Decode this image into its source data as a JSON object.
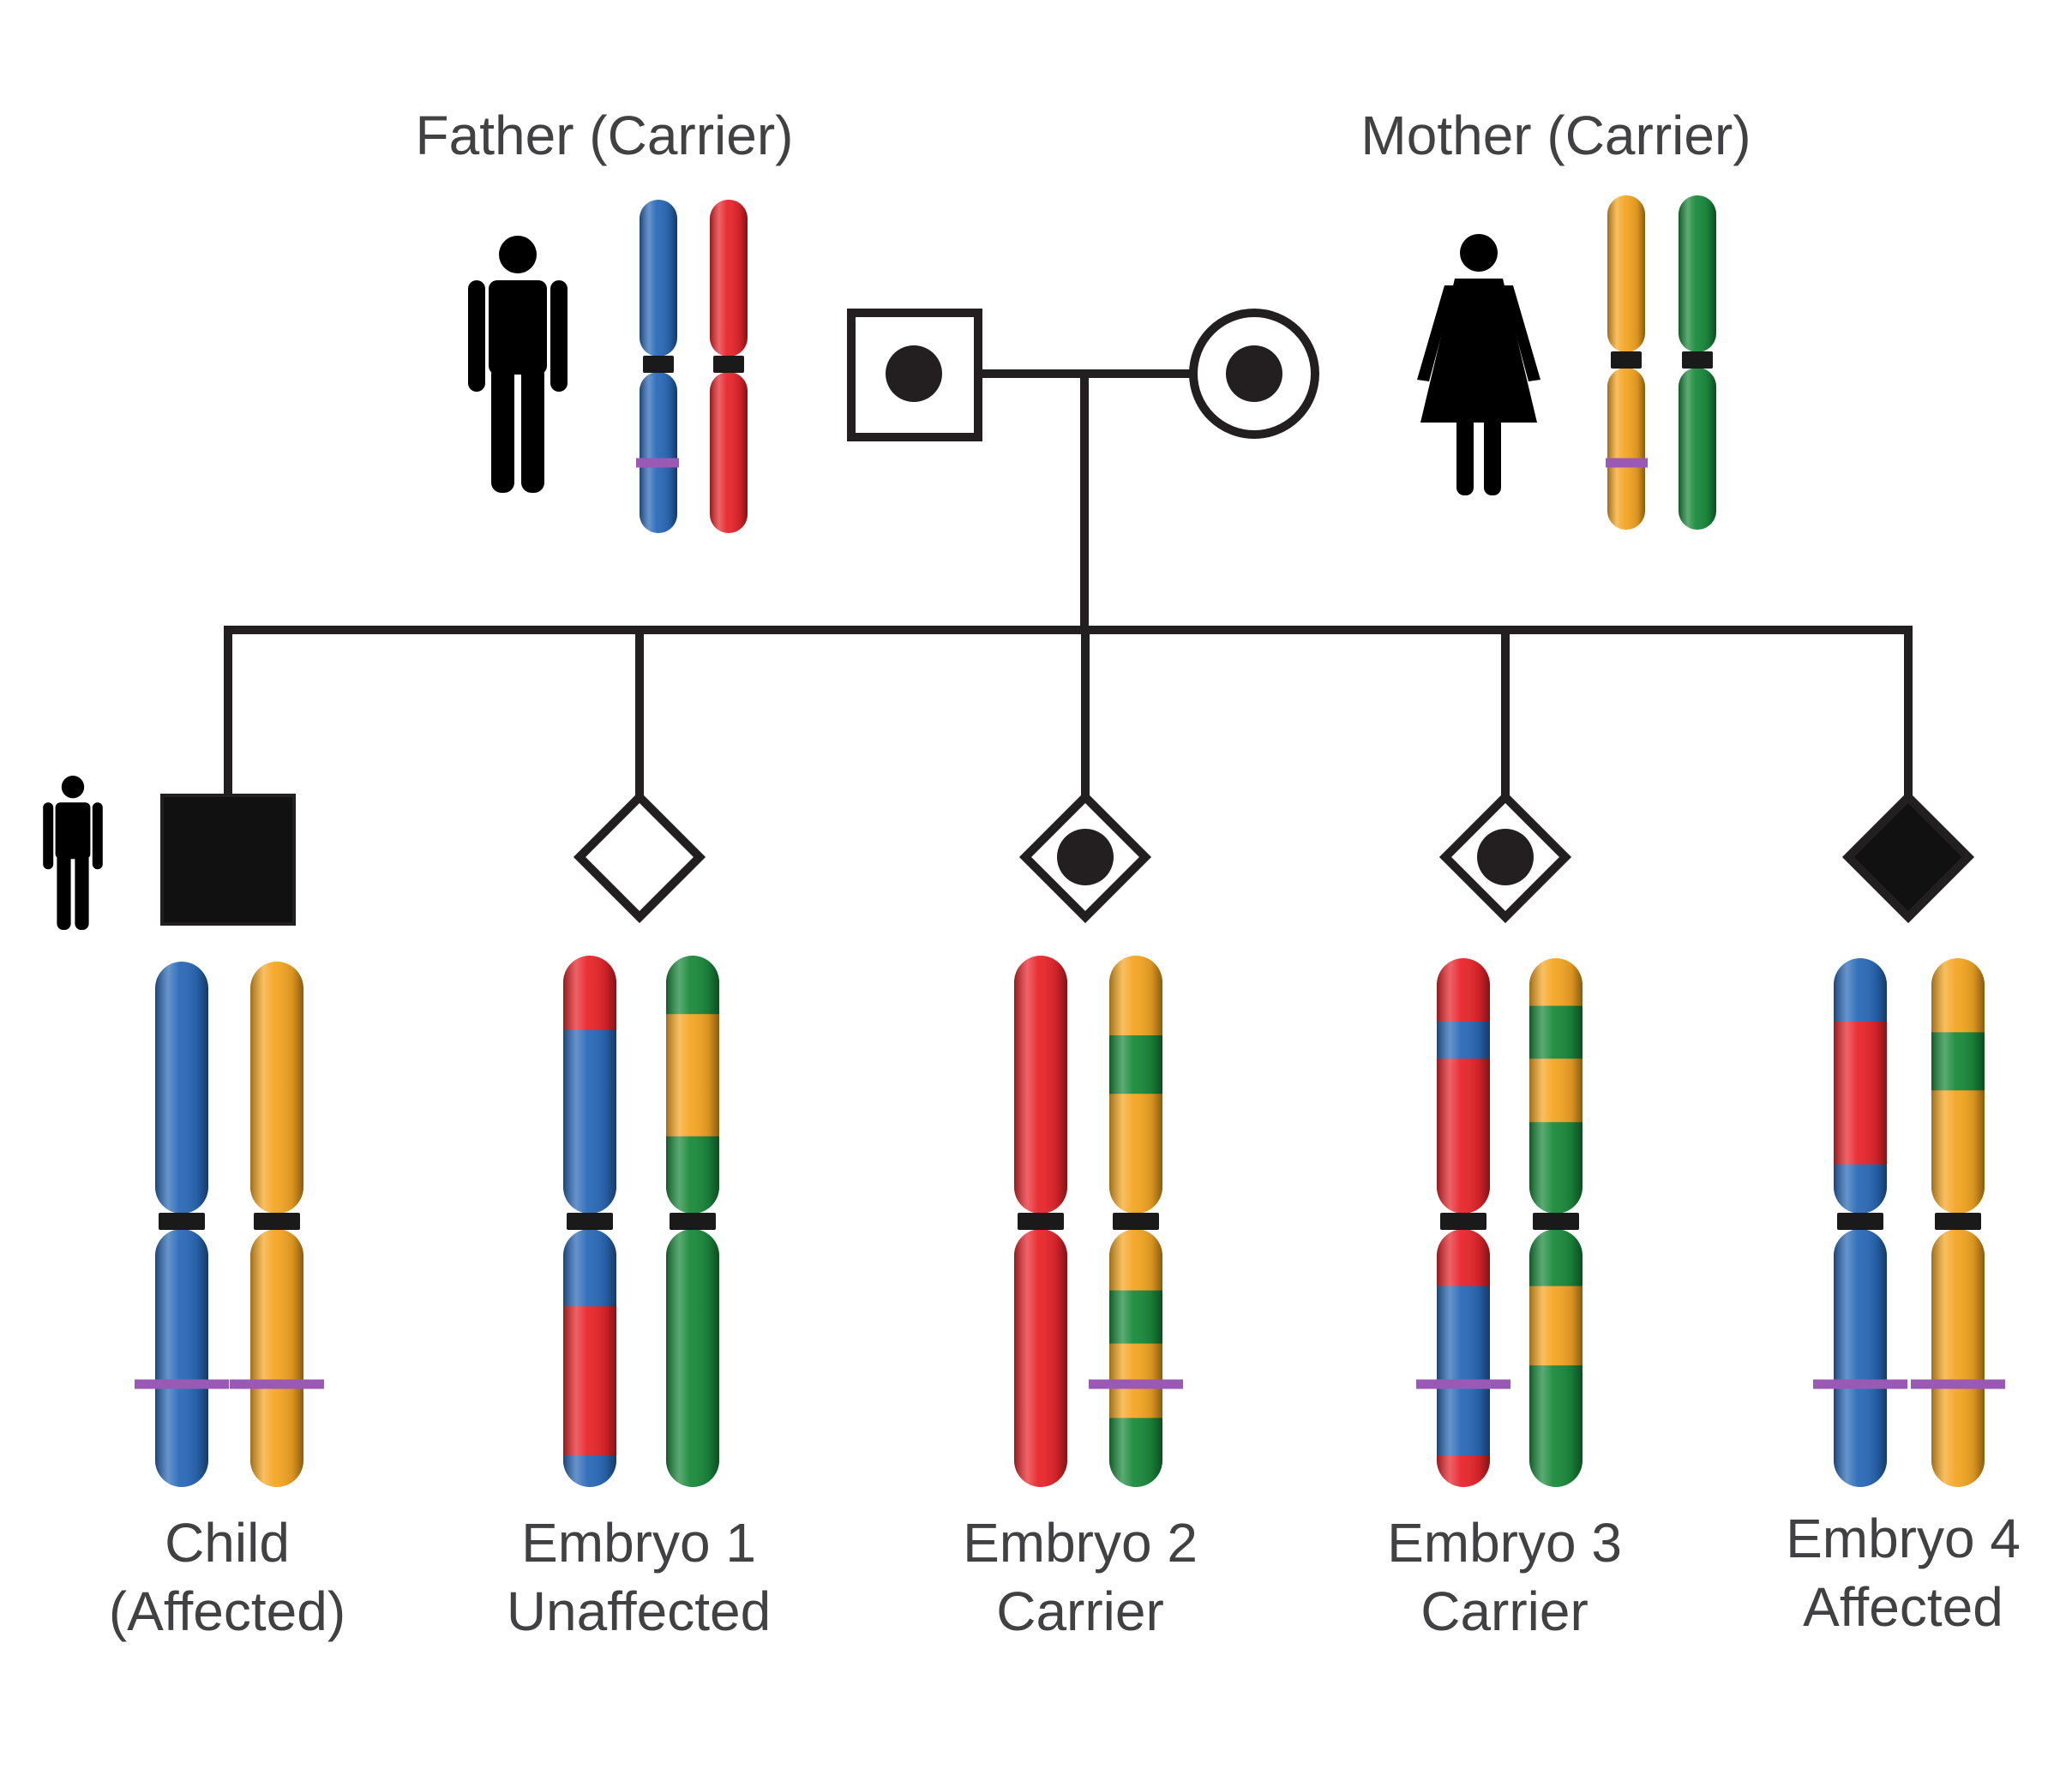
{
  "parents": {
    "father": {
      "label": "Father (Carrier)",
      "chromosomes": [
        {
          "segments": [
            [
              "blue",
              0,
              1
            ]
          ],
          "mutation": true
        },
        {
          "segments": [
            [
              "red",
              0,
              1
            ]
          ],
          "mutation": false
        }
      ]
    },
    "mother": {
      "label": "Mother (Carrier)",
      "chromosomes": [
        {
          "segments": [
            [
              "orange",
              0,
              1
            ]
          ],
          "mutation": true
        },
        {
          "segments": [
            [
              "green",
              0,
              1
            ]
          ],
          "mutation": false
        }
      ]
    }
  },
  "offspring": [
    {
      "line1": "Child",
      "line2": "(Affected)",
      "status": "affected",
      "shape": "square",
      "person_icon": true,
      "chromosomes": [
        {
          "segments": [
            [
              "blue",
              0,
              1
            ]
          ],
          "mutation": true
        },
        {
          "segments": [
            [
              "orange",
              0,
              1
            ]
          ],
          "mutation": true
        }
      ]
    },
    {
      "line1": "Embryo 1",
      "line2": "Unaffected",
      "status": "unaffected",
      "shape": "diamond",
      "chromosomes": [
        {
          "segments": [
            [
              "red",
              0,
              0.14
            ],
            [
              "blue",
              0.14,
              0.66
            ],
            [
              "red",
              0.66,
              0.94
            ],
            [
              "blue",
              0.94,
              1
            ]
          ],
          "mutation": false
        },
        {
          "segments": [
            [
              "green",
              0,
              0.11
            ],
            [
              "orange",
              0.11,
              0.34
            ],
            [
              "green",
              0.34,
              1
            ]
          ],
          "mutation": false
        }
      ]
    },
    {
      "line1": "Embryo 2",
      "line2": "Carrier",
      "status": "carrier",
      "shape": "diamond",
      "chromosomes": [
        {
          "segments": [
            [
              "red",
              0,
              1
            ]
          ],
          "mutation": false
        },
        {
          "segments": [
            [
              "orange",
              0,
              0.15
            ],
            [
              "green",
              0.15,
              0.26
            ],
            [
              "orange",
              0.26,
              0.63
            ],
            [
              "green",
              0.63,
              0.73
            ],
            [
              "orange",
              0.73,
              0.87
            ],
            [
              "green",
              0.87,
              1
            ]
          ],
          "mutation": true
        }
      ]
    },
    {
      "line1": "Embryo 3",
      "line2": "Carrier",
      "status": "carrier",
      "shape": "diamond",
      "chromosomes": [
        {
          "segments": [
            [
              "red",
              0,
              0.12
            ],
            [
              "blue",
              0.12,
              0.19
            ],
            [
              "red",
              0.19,
              0.62
            ],
            [
              "blue",
              0.62,
              0.94
            ],
            [
              "red",
              0.94,
              1
            ]
          ],
          "mutation": true
        },
        {
          "segments": [
            [
              "orange",
              0,
              0.09
            ],
            [
              "green",
              0.09,
              0.19
            ],
            [
              "orange",
              0.19,
              0.31
            ],
            [
              "green",
              0.31,
              0.62
            ],
            [
              "orange",
              0.62,
              0.77
            ],
            [
              "green",
              0.77,
              1
            ]
          ],
          "mutation": false
        }
      ]
    },
    {
      "line1": "Embryo 4",
      "line2": "Affected",
      "status": "affected",
      "shape": "diamond",
      "chromosomes": [
        {
          "segments": [
            [
              "blue",
              0,
              0.12
            ],
            [
              "red",
              0.12,
              0.39
            ],
            [
              "blue",
              0.39,
              1
            ]
          ],
          "mutation": true
        },
        {
          "segments": [
            [
              "orange",
              0,
              0.14
            ],
            [
              "green",
              0.14,
              0.25
            ],
            [
              "orange",
              0.25,
              1
            ]
          ],
          "mutation": true
        }
      ]
    }
  ],
  "colors": {
    "blue": "#2a6ab8",
    "red": "#e8262c",
    "orange": "#f5a623",
    "green": "#1a8a3c",
    "mutation": "#9b59b6",
    "centromere": "#1a1a1a",
    "line": "#231f20",
    "text": "#414042"
  }
}
